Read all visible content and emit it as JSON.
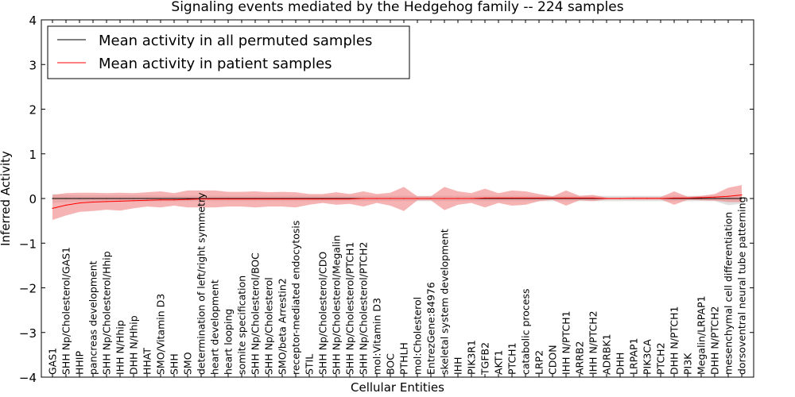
{
  "chart_data": {
    "type": "line",
    "title": "Signaling events mediated by the Hedgehog family -- 224 samples",
    "xlabel": "Cellular Entities",
    "ylabel": "Inferred Activity",
    "ylim": [
      -4,
      4
    ],
    "yticks": [
      "4",
      "3",
      "2",
      "1",
      "0",
      "−1",
      "−2",
      "−3",
      "−4"
    ],
    "grid": false,
    "legend_position": "top-left",
    "categories": [
      "GAS1",
      "SHH Np/Cholesterol/GAS1",
      "HHIP",
      "pancreas development",
      "SHH Np/Cholesterol/Hhip",
      "IHH N/Hhip",
      "DHH N/Hhip",
      "HHAT",
      "SMO/Vitamin D3",
      "SHH",
      "SMO",
      "determination of left/right symmetry",
      "heart development",
      "heart looping",
      "somite specification",
      "SHH Np/Cholesterol/BOC",
      "SHH Np/Cholesterol",
      "SMO/beta Arrestin2",
      "receptor-mediated endocytosis",
      "STIL",
      "SHH Np/Cholesterol/CDO",
      "SHH Np/Cholesterol/Megalin",
      "SHH Np/Cholesterol/PTCH1",
      "SHH Np/Cholesterol/PTCH2",
      "mol:Vitamin D3",
      "BOC",
      "PTHLH",
      "mol:Cholesterol",
      "EntrezGene:84976",
      "skeletal system development",
      "IHH",
      "PIK3R1",
      "TGFB2",
      "AKT1",
      "PTCH1",
      "catabolic process",
      "LRP2",
      "CDON",
      "IHH N/PTCH1",
      "ARRB2",
      "IHH N/PTCH2",
      "ADRBK1",
      "DHH",
      "LRPAP1",
      "PIK3CA",
      "PTCH2",
      "DHH N/PTCH1",
      "PI3K",
      "Megalin/LRPAP1",
      "DHH N/PTCH2",
      "mesenchymal cell differentiation",
      "dorsoventral neural tube patterning"
    ],
    "series": [
      {
        "name": "Mean activity in all permuted samples",
        "color": "#000000",
        "band_color": "#bbbbbb",
        "values": [
          0.0,
          0.0,
          0.0,
          0.0,
          0.0,
          0.0,
          0.0,
          0.0,
          0.0,
          0.0,
          0.0,
          0.0,
          0.0,
          0.0,
          0.0,
          0.0,
          0.0,
          0.0,
          0.0,
          0.0,
          0.0,
          0.0,
          0.0,
          0.0,
          0.0,
          0.0,
          0.0,
          0.0,
          0.0,
          0.0,
          0.0,
          0.0,
          0.0,
          0.0,
          0.0,
          0.0,
          0.0,
          0.0,
          0.0,
          0.0,
          0.0,
          0.0,
          0.0,
          0.0,
          0.0,
          0.0,
          0.0,
          0.0,
          0.0,
          0.0,
          0.0,
          0.0
        ],
        "upper": [
          0.1,
          0.08,
          0.07,
          0.07,
          0.07,
          0.07,
          0.07,
          0.07,
          0.06,
          0.06,
          0.06,
          0.06,
          0.06,
          0.06,
          0.06,
          0.06,
          0.06,
          0.06,
          0.06,
          0.06,
          0.06,
          0.06,
          0.06,
          0.06,
          0.06,
          0.06,
          0.06,
          0.06,
          0.06,
          0.06,
          0.06,
          0.06,
          0.06,
          0.06,
          0.06,
          0.06,
          0.06,
          0.06,
          0.06,
          0.06,
          0.06,
          0.06,
          0.06,
          0.06,
          0.06,
          0.06,
          0.06,
          0.06,
          0.06,
          0.06,
          0.06,
          0.06
        ],
        "lower": [
          -0.1,
          -0.08,
          -0.07,
          -0.07,
          -0.07,
          -0.07,
          -0.07,
          -0.07,
          -0.06,
          -0.06,
          -0.06,
          -0.06,
          -0.06,
          -0.06,
          -0.06,
          -0.06,
          -0.06,
          -0.06,
          -0.06,
          -0.06,
          -0.06,
          -0.06,
          -0.06,
          -0.06,
          -0.06,
          -0.06,
          -0.06,
          -0.06,
          -0.06,
          -0.06,
          -0.06,
          -0.06,
          -0.06,
          -0.06,
          -0.06,
          -0.06,
          -0.06,
          -0.06,
          -0.06,
          -0.06,
          -0.06,
          -0.06,
          -0.06,
          -0.06,
          -0.06,
          -0.06,
          -0.06,
          -0.06,
          -0.06,
          -0.06,
          -0.15,
          -0.12
        ]
      },
      {
        "name": "Mean activity in patient samples",
        "color": "#ff0000",
        "band_color": "#f08080",
        "values": [
          -0.22,
          -0.15,
          -0.1,
          -0.08,
          -0.07,
          -0.06,
          -0.05,
          -0.04,
          -0.03,
          -0.03,
          -0.02,
          -0.01,
          -0.01,
          -0.01,
          -0.01,
          -0.01,
          -0.01,
          -0.01,
          -0.01,
          -0.01,
          -0.01,
          -0.01,
          -0.01,
          0.0,
          0.0,
          0.0,
          0.0,
          0.0,
          0.0,
          0.0,
          0.0,
          0.0,
          0.01,
          0.01,
          0.01,
          0.01,
          0.01,
          0.01,
          0.01,
          0.01,
          0.01,
          0.0,
          0.0,
          0.0,
          0.0,
          0.0,
          0.01,
          0.01,
          0.02,
          0.03,
          0.05,
          0.08
        ],
        "upper": [
          0.08,
          0.12,
          0.13,
          0.13,
          0.12,
          0.13,
          0.12,
          0.14,
          0.16,
          0.12,
          0.18,
          0.18,
          0.18,
          0.15,
          0.15,
          0.16,
          0.14,
          0.15,
          0.14,
          0.1,
          0.1,
          0.14,
          0.1,
          0.16,
          0.1,
          0.13,
          0.26,
          0.05,
          0.05,
          0.26,
          0.16,
          0.12,
          0.22,
          0.12,
          0.18,
          0.16,
          0.1,
          0.05,
          0.18,
          0.06,
          0.08,
          0.02,
          0.02,
          0.03,
          0.03,
          0.03,
          0.16,
          0.04,
          0.06,
          0.1,
          0.24,
          0.3
        ],
        "lower": [
          -0.48,
          -0.38,
          -0.3,
          -0.28,
          -0.25,
          -0.27,
          -0.22,
          -0.18,
          -0.2,
          -0.16,
          -0.2,
          -0.2,
          -0.2,
          -0.18,
          -0.18,
          -0.2,
          -0.18,
          -0.18,
          -0.2,
          -0.14,
          -0.1,
          -0.14,
          -0.12,
          -0.18,
          -0.1,
          -0.16,
          -0.28,
          -0.04,
          -0.04,
          -0.26,
          -0.14,
          -0.1,
          -0.2,
          -0.1,
          -0.16,
          -0.14,
          -0.06,
          -0.03,
          -0.16,
          -0.04,
          -0.06,
          -0.02,
          -0.02,
          -0.02,
          -0.02,
          -0.02,
          -0.14,
          -0.03,
          -0.04,
          -0.05,
          -0.08,
          -0.08
        ]
      }
    ]
  }
}
